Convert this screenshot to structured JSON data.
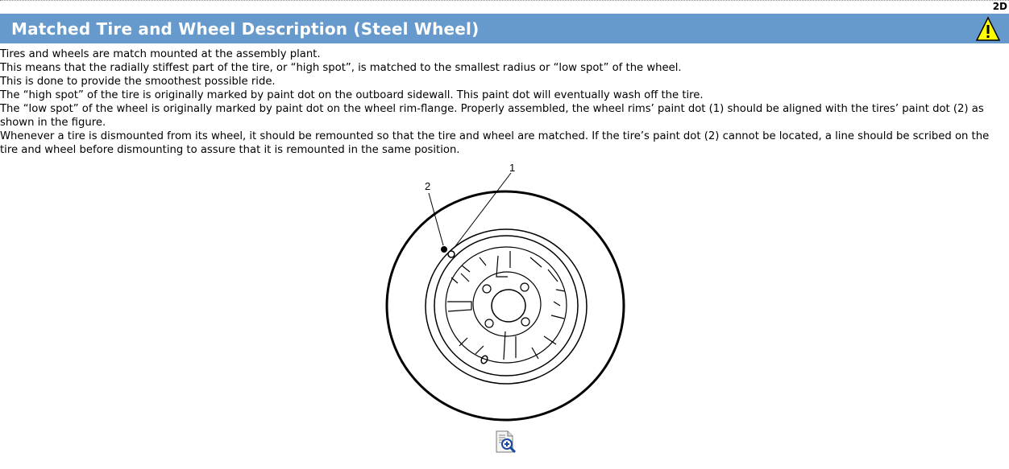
{
  "page_badge": "2D",
  "header": {
    "title": "Matched Tire and Wheel Description (Steel Wheel)",
    "icon": "warning-icon"
  },
  "paragraphs": [
    "Tires and wheels are match mounted at the assembly plant.",
    "This means that the radially stiffest part of the tire, or “high spot”, is matched to the smallest radius or “low spot” of the wheel.",
    "This is done to provide the smoothest possible ride.",
    "The “high spot” of the tire is originally marked by paint dot on the outboard sidewall. This paint dot will eventually wash off the tire.",
    "The “low spot” of the wheel is originally marked by paint dot on the wheel rim-flange. Properly assembled, the wheel rims’ paint dot (1) should be aligned with the tires’ paint dot (2) as shown in the figure.",
    "Whenever a tire is dismounted from its wheel, it should be remounted so that the tire and wheel are matched. If the tire’s paint dot (2) cannot be located, a line should be scribed on the tire and wheel before dismounting to assure that it is remounted in the same position."
  ],
  "figure": {
    "callout_1": "1",
    "callout_2": "2",
    "zoom_icon": "zoom-in-document-icon"
  }
}
